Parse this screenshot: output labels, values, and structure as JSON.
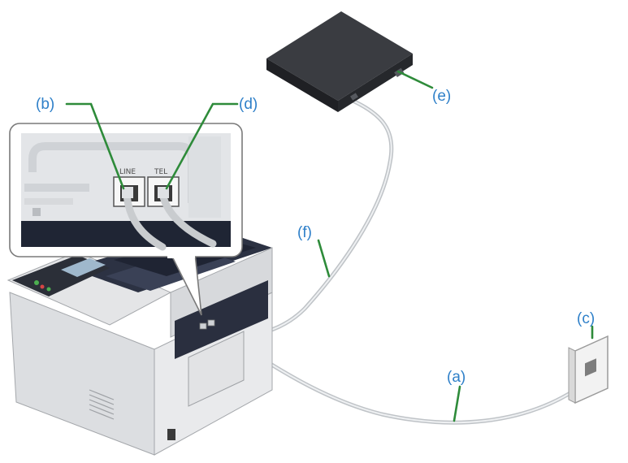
{
  "labels": {
    "a": "(a)",
    "b": "(b)",
    "c": "(c)",
    "d": "(d)",
    "e": "(e)",
    "f": "(f)"
  },
  "port_labels": {
    "line": "LINE",
    "tel": "TEL"
  },
  "colors": {
    "label_text": "#2f80c9",
    "leader_line": "#2e8b3a",
    "cable": "#c9cccf",
    "device_dark": "#2b2d31",
    "printer_body": "#e8e9eb",
    "printer_top": "#2a2f3f"
  }
}
